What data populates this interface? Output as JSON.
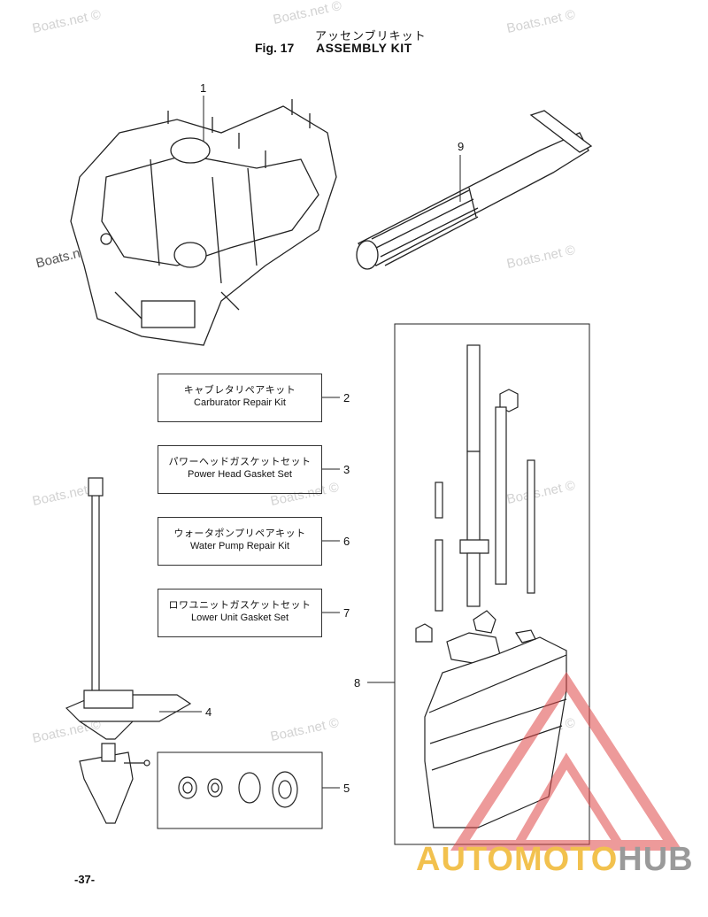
{
  "header": {
    "japanese_title": "アッセンブリキット",
    "fig_label": "Fig. 17",
    "title": "ASSEMBLY KIT"
  },
  "watermark": "Boats.net ©",
  "watermark_bold": "Boats.net",
  "callouts": [
    "1",
    "9",
    "2",
    "3",
    "6",
    "7",
    "4",
    "8",
    "5"
  ],
  "kits": [
    {
      "jp": "キャブレタリペアキット",
      "en": "Carburator Repair Kit",
      "ref": "2"
    },
    {
      "jp": "パワーヘッドガスケットセット",
      "en": "Power Head Gasket Set",
      "ref": "3"
    },
    {
      "jp": "ウォータポンプリペアキット",
      "en": "Water Pump Repair Kit",
      "ref": "6"
    },
    {
      "jp": "ロワユニットガスケットセット",
      "en": "Lower Unit Gasket Set",
      "ref": "7"
    }
  ],
  "footer": {
    "page": "-37-"
  },
  "brand": {
    "part1": "AUTOMOTO",
    "part2": "HUB",
    "color_primary": "#f2c14e",
    "color_secondary": "#9a9a9a",
    "triangle_color": "#e04848"
  }
}
